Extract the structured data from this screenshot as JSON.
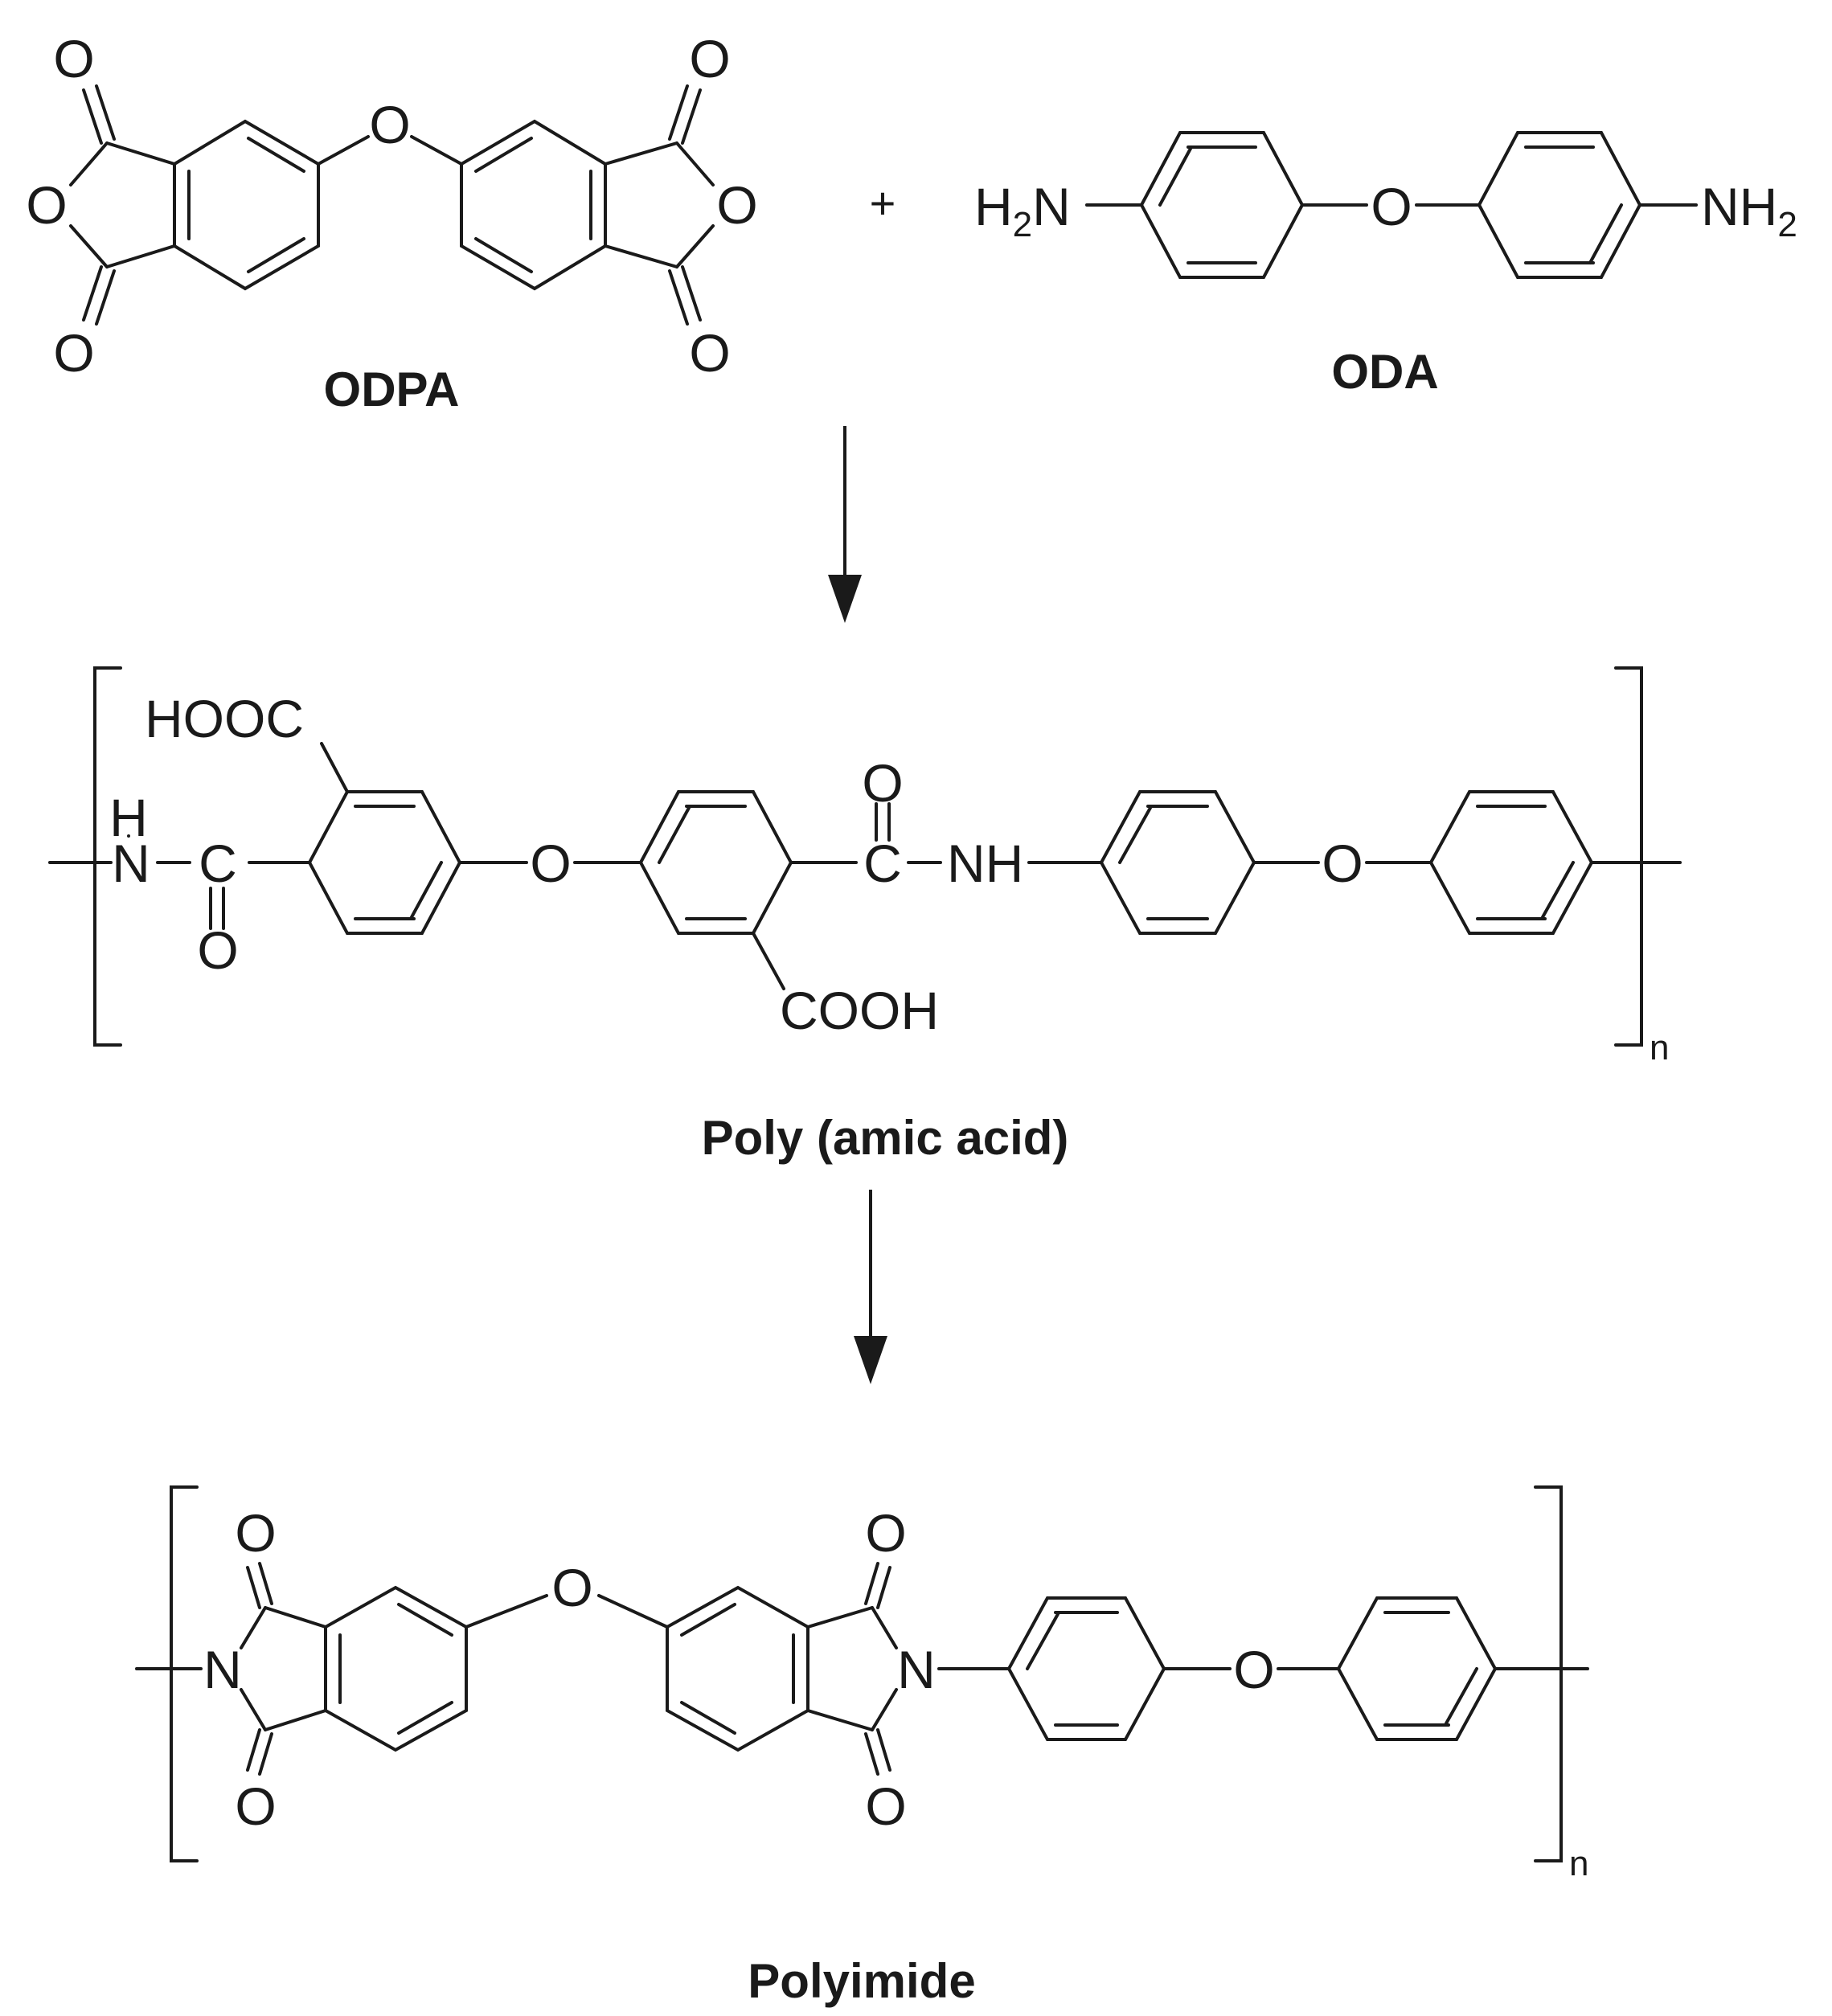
{
  "reactants": {
    "dianhydride": {
      "name": "ODPA",
      "bridge": "O",
      "left_ring_oxygen": "O",
      "right_ring_oxygen": "O",
      "carbonyl_oxygen": "O"
    },
    "plus": "+",
    "diamine": {
      "name": "ODA",
      "left_group": "H2N",
      "right_group": "NH2",
      "bridge": "O"
    }
  },
  "intermediate": {
    "name": "Poly (amic acid)",
    "groups": {
      "hooc": "HOOC",
      "cooh": "COOH",
      "nh": "NH",
      "h": "H",
      "n": "N",
      "c": "C",
      "o": "O"
    },
    "repeat": "n"
  },
  "product": {
    "name": "Polyimide",
    "groups": {
      "n": "N",
      "o": "O"
    },
    "repeat": "n"
  }
}
